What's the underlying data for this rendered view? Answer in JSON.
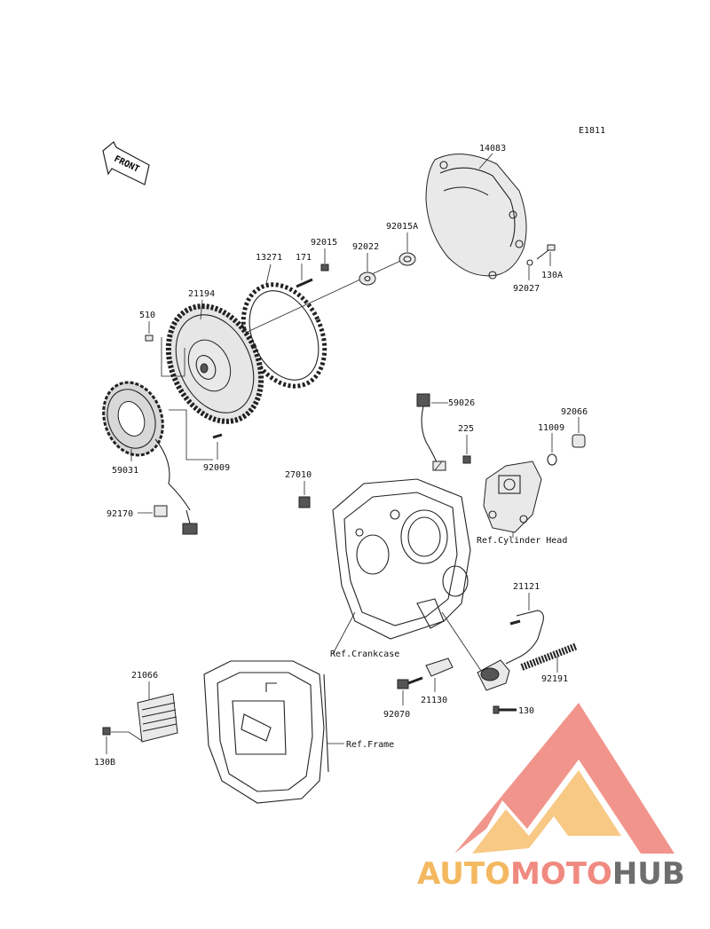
{
  "diagram_code": "E1811",
  "front_label": "FRONT",
  "parts": {
    "p14083": "14083",
    "p92015A": "92015A",
    "p92015": "92015",
    "p92022": "92022",
    "p171": "171",
    "p13271": "13271",
    "p21194": "21194",
    "p510": "510",
    "p130A": "130A",
    "p92027": "92027",
    "p59026": "59026",
    "p92066": "92066",
    "p11009": "11009",
    "p225": "225",
    "p27010": "27010",
    "p59031": "59031",
    "p92009": "92009",
    "p92170": "92170",
    "p21121": "21121",
    "p92191": "92191",
    "p21130": "21130",
    "p92070": "92070",
    "p130": "130",
    "p21066": "21066",
    "p130B": "130B"
  },
  "refs": {
    "cylinder_head": "Ref.Cylinder Head",
    "crankcase": "Ref.Crankcase",
    "frame": "Ref.Frame"
  },
  "watermark": {
    "part1": "AUTO",
    "part2": "MOTO",
    "part3": "HUB",
    "color_gold": "#f4b860",
    "color_red": "#f08a80",
    "color_gray": "#6e6e6e"
  }
}
